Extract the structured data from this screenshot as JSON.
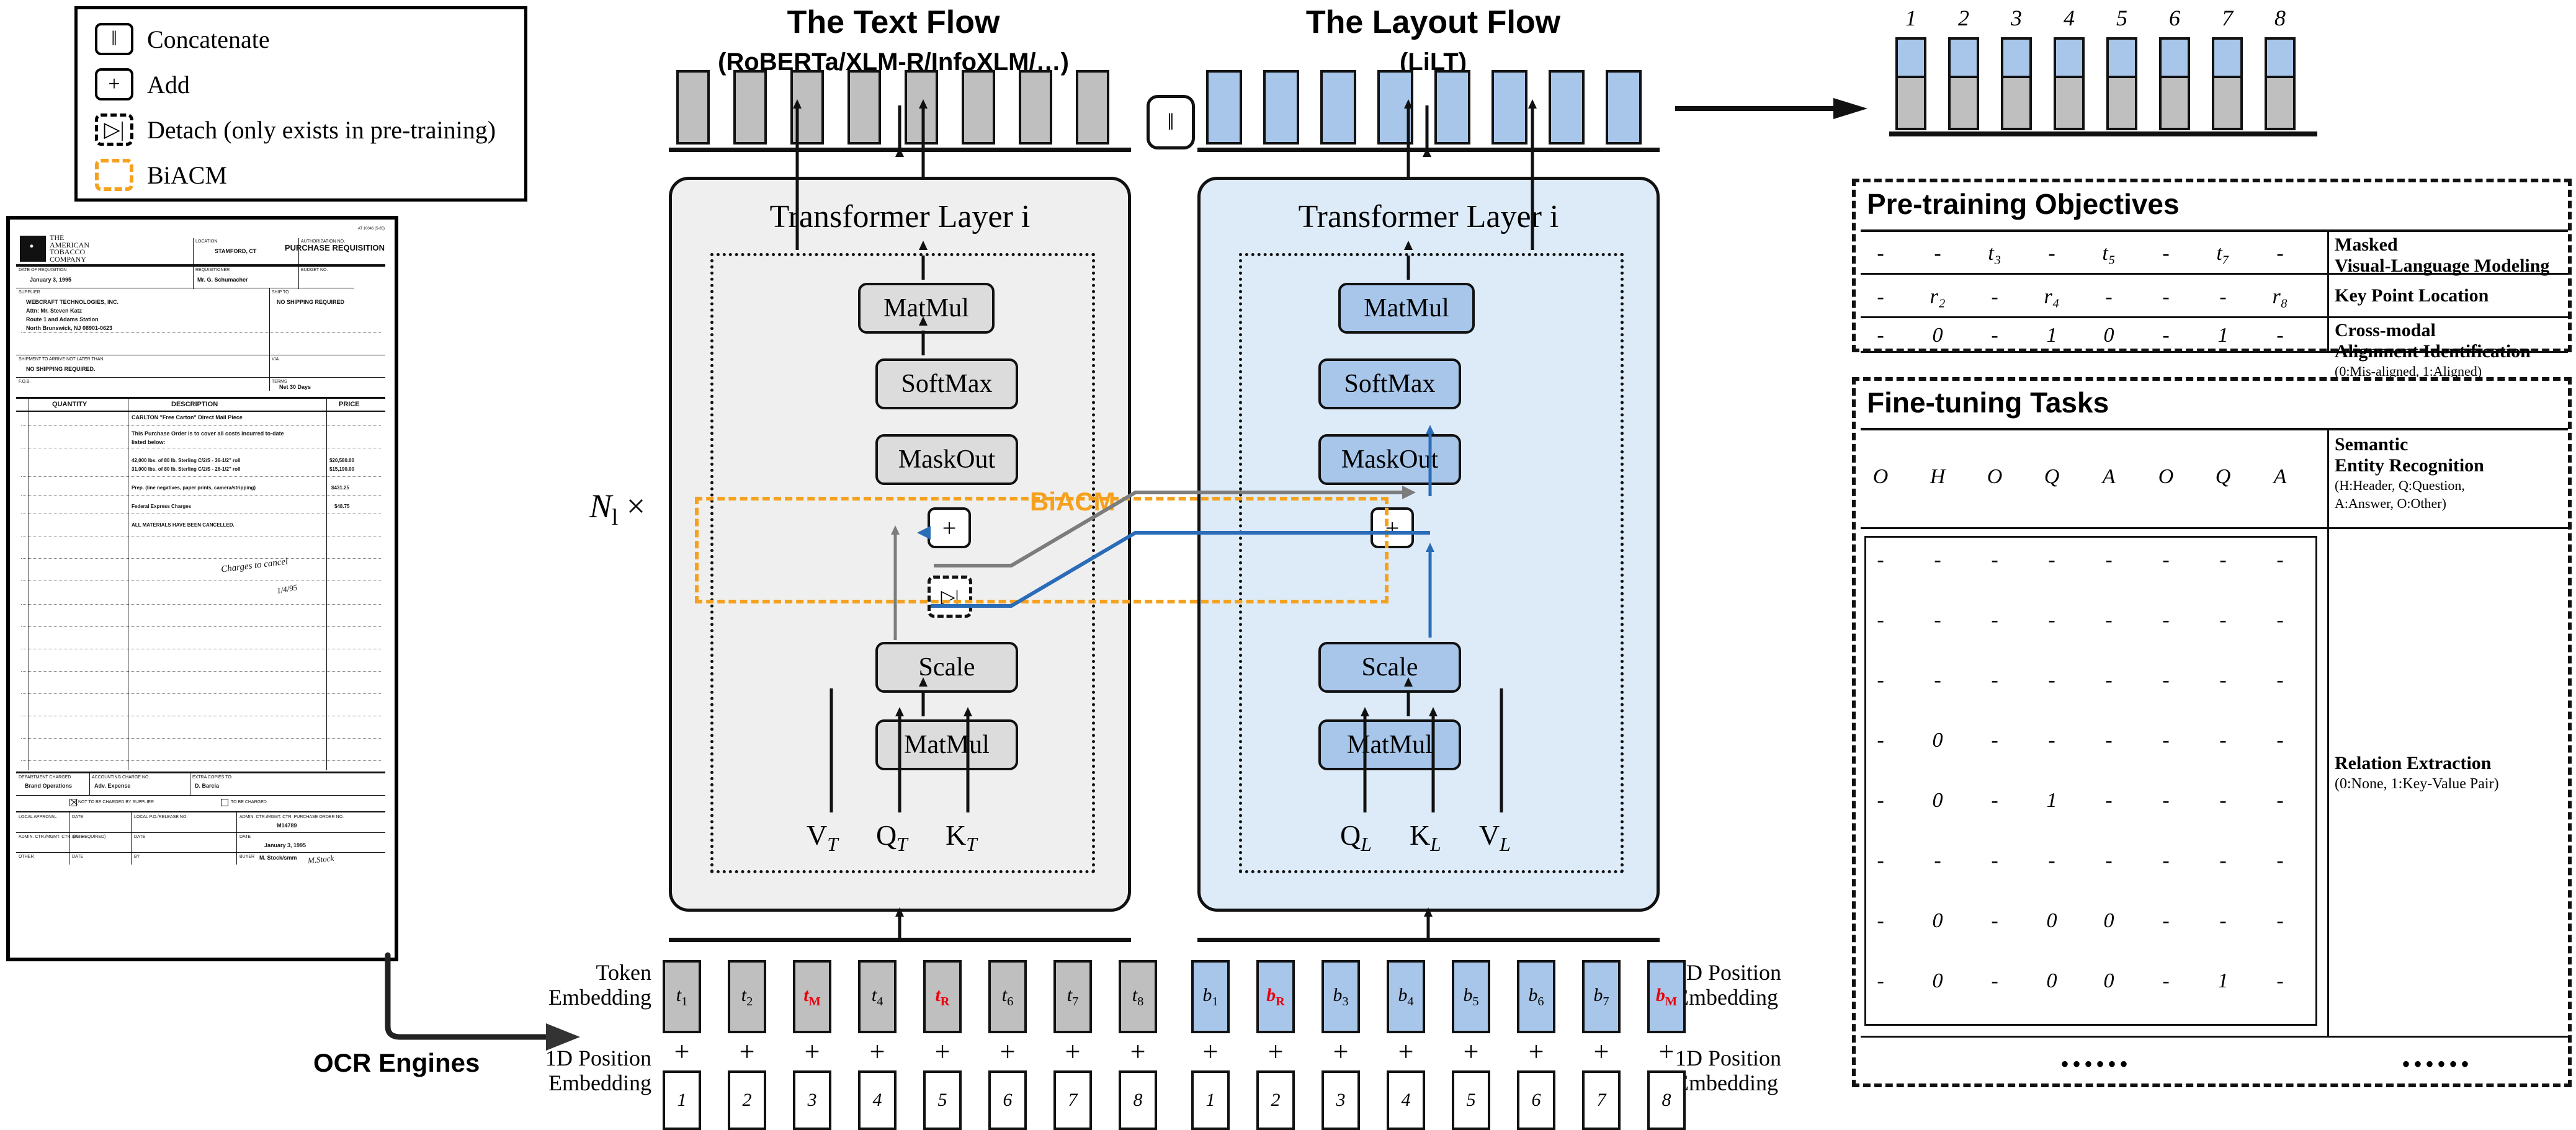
{
  "legend": {
    "items": [
      {
        "glyph": "‖",
        "label": "Concatenate",
        "style": "solid"
      },
      {
        "glyph": "+",
        "label": "Add",
        "style": "solid"
      },
      {
        "glyph": "▷|",
        "label": "Detach (only exists in pre-training)",
        "style": "dashed"
      },
      {
        "glyph": "",
        "label": "BiACM",
        "style": "orange-dashed"
      }
    ]
  },
  "document": {
    "company": "THE AMERICAN TOBACCO COMPANY",
    "company_lines": [
      "THE",
      "AMERICAN",
      "TOBACCO",
      "COMPANY"
    ],
    "title": "PURCHASE REQUISITION",
    "corner_code": "AT 10046 (5-85)",
    "fields": [
      {
        "key": "LOCATION",
        "value": "STAMFORD, CT"
      },
      {
        "key": "AUTHORIZATION NO.",
        "value": ""
      },
      {
        "key": "DATE OF REQUISITION",
        "value": "January 3, 1995"
      },
      {
        "key": "REQUISITIONER",
        "value": "Mr. G. Schumacher"
      },
      {
        "key": "BUDGET NO.",
        "value": ""
      },
      {
        "key": "SHIP TO",
        "value": "NO SHIPPING REQUIRED"
      },
      {
        "key": "SHIPMENT TO ARRIVE NOT LATER THAN",
        "value": "NO SHIPPING REQUIRED."
      },
      {
        "key": "VIA",
        "value": ""
      },
      {
        "key": "F.O.B.",
        "value": ""
      },
      {
        "key": "TERMS",
        "value": "Net 30 Days"
      },
      {
        "key": "ACCOUNTING CHARGE NO.",
        "value": "Adv. Expense"
      },
      {
        "key": "EXTRA COPIES TO:",
        "value": "D. Barcia"
      },
      {
        "key": "DEPARTMENT CHARGED",
        "value": "Brand Operations"
      },
      {
        "key": "ADMIN. CTR./MGMT. CTR. PURCHASE ORDER NO.",
        "value": "M14789"
      },
      {
        "key": "DATE",
        "value": "January 3, 1995"
      },
      {
        "key": "BUYER",
        "value": "M. Stock/smm"
      }
    ],
    "supplier_label": "SUPPLIER",
    "supplier": [
      "WEBCRAFT TECHNOLOGIES, INC.",
      "Attn: Mr. Steven Katz",
      "Route 1 and Adams Station",
      "North Brunswick, NJ 08901-0623"
    ],
    "columns": [
      "QUANTITY",
      "DESCRIPTION",
      "PRICE"
    ],
    "line_items": [
      {
        "desc": "CARLTON \"Free Carton\" Direct Mail Piece",
        "price": ""
      },
      {
        "desc": "This Purchase Order is to cover all costs incurred to-date",
        "price": ""
      },
      {
        "desc": "listed below:",
        "price": ""
      },
      {
        "desc": "42,000 lbs. of 80 lb. Sterling C/2/S - 36-1/2\" roll",
        "price": "$20,580.00"
      },
      {
        "desc": "31,000 lbs. of 80 lb. Sterling C/2/S - 26-1/2\" roll",
        "price": "$15,190.00"
      },
      {
        "desc": "Prep. (line negatives, paper prints, camera/stripping)",
        "price": "$431.25"
      },
      {
        "desc": "Federal Express Charges",
        "price": "$48.75"
      },
      {
        "desc": "ALL MATERIALS HAVE BEEN CANCELLED.",
        "price": ""
      }
    ],
    "handwriting": [
      "Charges to cancel",
      "1/4/95"
    ],
    "checkboxes": [
      {
        "label": "NOT TO BE CHARGED BY SUPPLIER",
        "checked": true
      },
      {
        "label": "TO BE CHARGED",
        "checked": false
      }
    ],
    "footer_labels": [
      "DATE",
      "LOCAL P.O./RELEASE NO.",
      "BY",
      "LOCAL APPROVAL",
      "ADMIN. CTR./MGMT. CTR. (AS REQUIRED)",
      "OTHER"
    ]
  },
  "ocr": {
    "label": "OCR Engines"
  },
  "text_flow": {
    "title": "The Text Flow",
    "subtitle": "(RoBERTa/XLM-R/InfoXLM/…)",
    "layer_title": "Transformer Layer i",
    "ops": [
      "MatMul",
      "SoftMax",
      "MaskOut",
      "Scale",
      "MatMul"
    ],
    "add_glyph": "+",
    "detach_glyph": "▷|",
    "inputs": [
      "V",
      "Q",
      "K"
    ],
    "input_sub": "T"
  },
  "layout_flow": {
    "title": "The Layout Flow",
    "subtitle": "(LiLT)",
    "layer_title": "Transformer Layer i",
    "ops": [
      "MatMul",
      "SoftMax",
      "MaskOut",
      "Scale",
      "MatMul"
    ],
    "add_glyph": "+",
    "inputs": [
      "Q",
      "K",
      "V"
    ],
    "input_sub": "L"
  },
  "biacm": {
    "label": "BiACM"
  },
  "repeat": {
    "label": "N",
    "sub": "l",
    "times": "×"
  },
  "concat": {
    "glyph": "‖"
  },
  "embeddings": {
    "token_label": "Token\nEmbedding",
    "pos1d_label_left": "1D Position\nEmbedding",
    "pos2d_label": "2D Position\nEmbedding",
    "pos1d_label_right": "1D Position\nEmbedding",
    "plus": "+",
    "text_tokens": [
      {
        "base": "t",
        "sub": "1",
        "red": false
      },
      {
        "base": "t",
        "sub": "2",
        "red": false
      },
      {
        "base": "t",
        "sub": "M",
        "red": true
      },
      {
        "base": "t",
        "sub": "4",
        "red": false
      },
      {
        "base": "t",
        "sub": "R",
        "red": true
      },
      {
        "base": "t",
        "sub": "6",
        "red": false
      },
      {
        "base": "t",
        "sub": "7",
        "red": false
      },
      {
        "base": "t",
        "sub": "8",
        "red": false
      }
    ],
    "layout_tokens": [
      {
        "base": "b",
        "sub": "1",
        "red": false
      },
      {
        "base": "b",
        "sub": "R",
        "red": true
      },
      {
        "base": "b",
        "sub": "3",
        "red": false
      },
      {
        "base": "b",
        "sub": "4",
        "red": false
      },
      {
        "base": "b",
        "sub": "5",
        "red": false
      },
      {
        "base": "b",
        "sub": "6",
        "red": false
      },
      {
        "base": "b",
        "sub": "7",
        "red": false
      },
      {
        "base": "b",
        "sub": "M",
        "red": true
      }
    ],
    "positions": [
      "1",
      "2",
      "3",
      "4",
      "5",
      "6",
      "7",
      "8"
    ]
  },
  "output": {
    "indices": [
      "1",
      "2",
      "3",
      "4",
      "5",
      "6",
      "7",
      "8"
    ],
    "top_color": "#a8c6ea",
    "bottom_color": "#bfbfbf"
  },
  "pretraining": {
    "title": "Pre-training Objectives",
    "rows": [
      {
        "values": [
          "-",
          "-",
          "t₃",
          "-",
          "t₅",
          "-",
          "t₇",
          "-"
        ],
        "name": "Masked\nVisual-Language Modeling",
        "name_lines": [
          "Masked",
          "Visual-Language Modeling"
        ],
        "note": ""
      },
      {
        "values": [
          "-",
          "r₂",
          "-",
          "r₄",
          "-",
          "-",
          "-",
          "r₈"
        ],
        "name": "Key Point Location",
        "name_lines": [
          "Key Point Location"
        ],
        "note": ""
      },
      {
        "values": [
          "-",
          "0",
          "-",
          "1",
          "0",
          "-",
          "1",
          "-"
        ],
        "name": "Cross-modal Alignment Identification",
        "name_lines": [
          "Cross-modal",
          "Alignment Identification"
        ],
        "note": "(0:Mis-aligned, 1:Aligned)"
      }
    ]
  },
  "finetuning": {
    "title": "Fine-tuning Tasks",
    "ser": {
      "values": [
        "O",
        "H",
        "O",
        "Q",
        "A",
        "O",
        "Q",
        "A"
      ],
      "name_lines": [
        "Semantic",
        "Entity Recognition"
      ],
      "note_lines": [
        "(H:Header, Q:Question,",
        "A:Answer, O:Other)"
      ]
    },
    "re": {
      "matrix": [
        [
          "-",
          "-",
          "-",
          "-",
          "-",
          "-",
          "-",
          "-"
        ],
        [
          "-",
          "-",
          "-",
          "-",
          "-",
          "-",
          "-",
          "-"
        ],
        [
          "-",
          "-",
          "-",
          "-",
          "-",
          "-",
          "-",
          "-"
        ],
        [
          "-",
          "0",
          "-",
          "-",
          "-",
          "-",
          "-",
          "-"
        ],
        [
          "-",
          "0",
          "-",
          "1",
          "-",
          "-",
          "-",
          "-"
        ],
        [
          "-",
          "-",
          "-",
          "-",
          "-",
          "-",
          "-",
          "-"
        ],
        [
          "-",
          "0",
          "-",
          "0",
          "0",
          "-",
          "-",
          "-"
        ],
        [
          "-",
          "0",
          "-",
          "0",
          "0",
          "-",
          "1",
          "-"
        ]
      ],
      "name_lines": [
        "Relation Extraction"
      ],
      "note_lines": [
        "(0:None, 1:Key-Value Pair)"
      ]
    },
    "ellipsis_left": "••••••",
    "ellipsis_right": "••••••"
  },
  "colors": {
    "blue": "#a8c6ea",
    "gray": "#bfbfbf",
    "orange": "#F5A11E",
    "red": "#e8000d",
    "line_blue": "#2b6cb8",
    "line_gray": "#7c7c7c"
  }
}
